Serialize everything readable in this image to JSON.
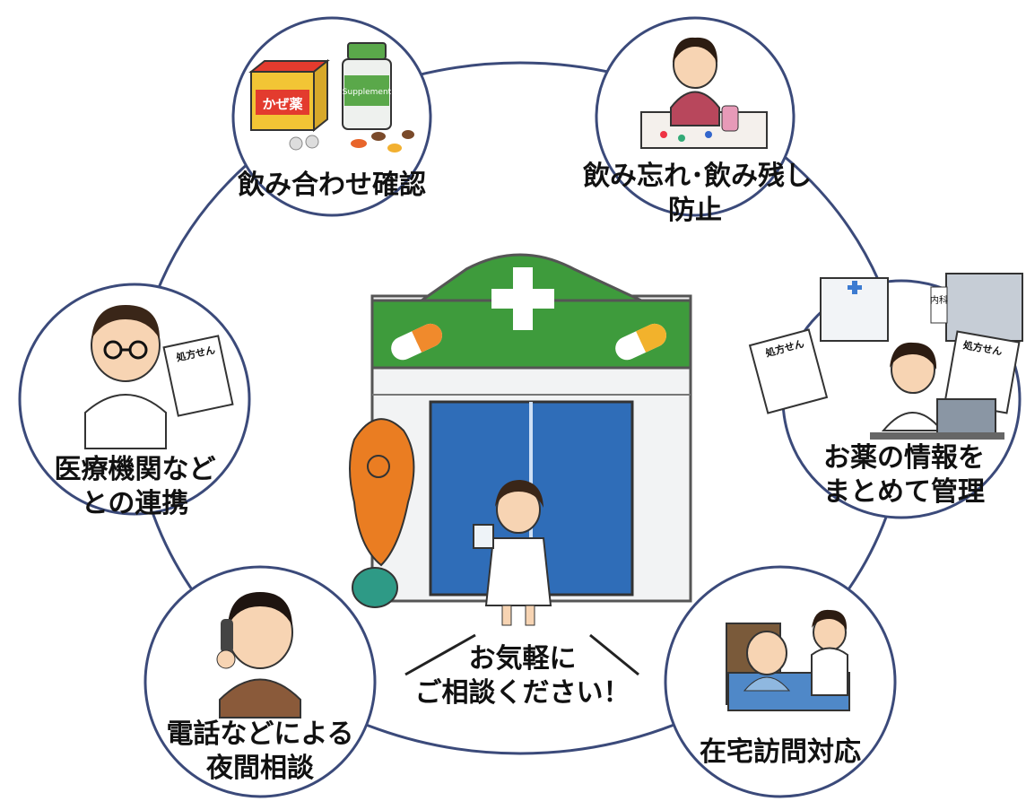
{
  "nodes": {
    "interaction_check": {
      "line1": "飲み合わせ確認"
    },
    "missed_dose": {
      "line1": "飲み忘れ･飲み残し",
      "line2": "防止"
    },
    "medical_coop": {
      "line1": "医療機関など",
      "line2": "との連携"
    },
    "med_info": {
      "line1": "お薬の情報を",
      "line2": "まとめて管理"
    },
    "night_consult": {
      "line1": "電話などによる",
      "line2": "夜間相談"
    },
    "home_visit": {
      "line1": "在宅訪問対応"
    }
  },
  "center": {
    "message_line1": "お気軽に",
    "message_line2": "ご相談ください！",
    "box_label": "かぜ薬",
    "bottle_label": "Supplement",
    "prescription_label": "処方せん",
    "clinic_sign": "内科"
  },
  "colors": {
    "ring": "#3b4a7a",
    "pharmacy_green": "#3e9b3c",
    "door_blue": "#2f6db8",
    "text": "#111111"
  },
  "icons": [
    "cold-medicine-icon",
    "supplement-bottle-icon",
    "worried-woman-icon",
    "pharmacy-building-icon",
    "doctor-icon",
    "pharmacist-computer-icon",
    "phone-man-icon",
    "home-visit-icon",
    "frog-mascot-icon"
  ]
}
